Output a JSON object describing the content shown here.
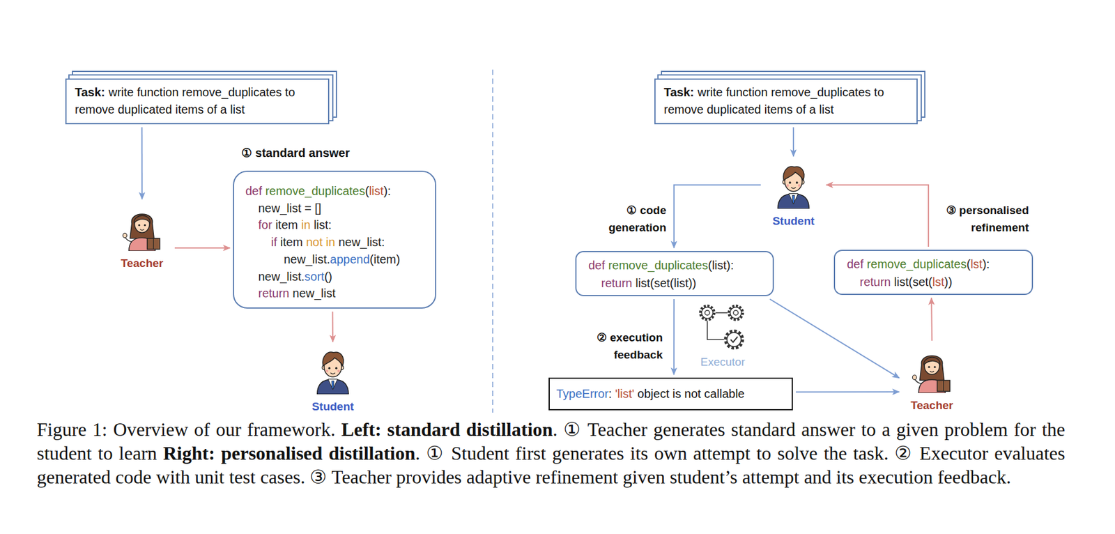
{
  "diagram": {
    "caption": "Figure 1: Overview of our framework. Left: standard distillation. ① Teacher generates standard answer to a given problem for the student to learn Right: personalised distillation. ① Student first generates its own attempt to solve the task. ② Executor evaluates generated code with unit test cases. ③ Teacher provides adaptive refinement given student’s attempt and its execution feedback.",
    "nodes": [
      {
        "text": [
          "Task:",
          "write function remove_duplicates to remove duplicated items of a list"
        ]
      },
      {
        "text": [
          "Teacher"
        ]
      },
      {
        "text": [
          "① standard answer",
          "def remove_duplicates(list):",
          "new_list = []",
          "for item in list:",
          "if item not in new_list:",
          "new_list.append(item)",
          "new_list.sort()",
          "return new_list"
        ]
      },
      {
        "text": [
          "Student"
        ]
      },
      {
        "text": [
          "Task:",
          "write function remove_duplicates to remove duplicated items of a list"
        ]
      },
      {
        "text": [
          "Student"
        ]
      },
      {
        "text": [
          "def remove_duplicates(list):",
          "return list(set(list))"
        ]
      },
      {
        "text": [
          "def remove_duplicates(lst):",
          "return list(set(lst))"
        ]
      },
      {
        "text": [
          "TypeError: 'list' object is not callable"
        ]
      },
      {
        "text": [
          "Teacher"
        ]
      }
    ],
    "edges": [
      {
        "from": 0,
        "to": 1,
        "arrow": "to"
      },
      {
        "from": 1,
        "to": 2,
        "arrow": "to"
      },
      {
        "from": 2,
        "to": 3,
        "arrow": "to"
      },
      {
        "from": 4,
        "to": 5,
        "arrow": "to"
      },
      {
        "from": 5,
        "to": 6,
        "label": "① code generation",
        "arrow": "to"
      },
      {
        "from": 6,
        "to": 8,
        "label": "② execution feedback",
        "arrow": "to"
      },
      {
        "from": 6,
        "to": 9,
        "arrow": "to"
      },
      {
        "from": 8,
        "to": 9,
        "arrow": "to"
      },
      {
        "from": 9,
        "to": 7,
        "arrow": "to"
      },
      {
        "from": 7,
        "to": 5,
        "label": "③ personalised refinement",
        "arrow": "to"
      }
    ],
    "labels": [
      "Executor"
    ]
  }
}
